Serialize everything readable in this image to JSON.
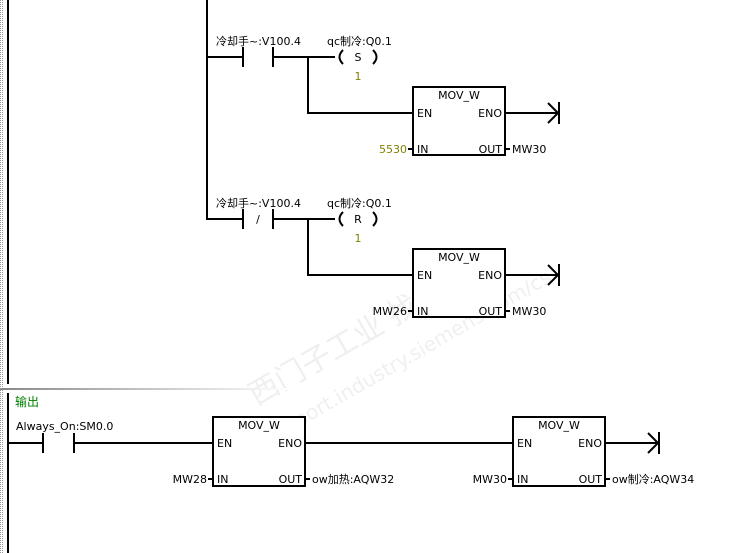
{
  "watermark": {
    "line1": "西门子工业 找答案",
    "line2": "support.industry.siemens.com/cs"
  },
  "network1": {
    "rung1": {
      "contact_label": "冷却手~:V100.4",
      "contact_type": "normally-open",
      "coil_label": "qc制冷:Q0.1",
      "coil_type": "S",
      "coil_count": "1",
      "box": {
        "title": "MOV_W",
        "en": "EN",
        "eno": "ENO",
        "in": "IN",
        "out": "OUT",
        "in_value": "5530",
        "out_value": "MW30"
      }
    },
    "rung2": {
      "contact_label": "冷却手~:V100.4",
      "contact_type": "/",
      "coil_label": "qc制冷:Q0.1",
      "coil_type": "R",
      "coil_count": "1",
      "box": {
        "title": "MOV_W",
        "en": "EN",
        "eno": "ENO",
        "in": "IN",
        "out": "OUT",
        "in_value": "MW26",
        "out_value": "MW30"
      }
    }
  },
  "network2": {
    "title": "输出",
    "contact_label": "Always_On:SM0.0",
    "box1": {
      "title": "MOV_W",
      "en": "EN",
      "eno": "ENO",
      "in": "IN",
      "out": "OUT",
      "in_value": "MW28",
      "out_value": "ow加热:AQW32"
    },
    "box2": {
      "title": "MOV_W",
      "en": "EN",
      "eno": "ENO",
      "in": "IN",
      "out": "OUT",
      "in_value": "MW30",
      "out_value": "ow制冷:AQW34"
    }
  }
}
